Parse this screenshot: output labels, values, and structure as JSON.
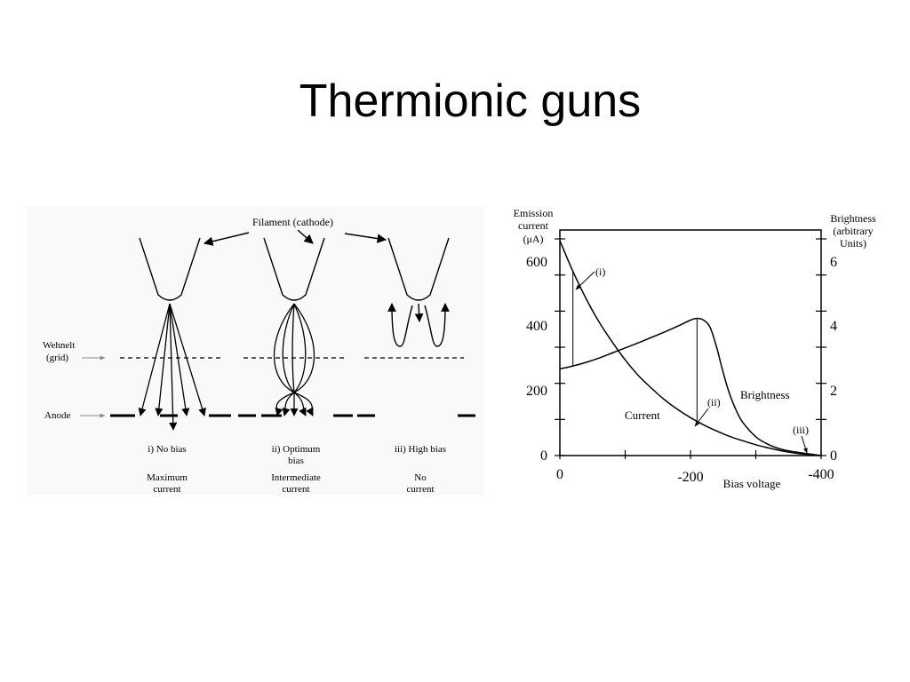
{
  "slide": {
    "title": "Thermionic guns"
  },
  "gun_diagram": {
    "filament_label": "Filament (cathode)",
    "wehnelt_label": [
      "Wehnelt",
      "(grid)"
    ],
    "anode_label": "Anode",
    "cases": [
      {
        "caption": [
          "i) No bias"
        ],
        "result": [
          "Maximum",
          "current"
        ]
      },
      {
        "caption": [
          "ii) Optimum",
          "bias"
        ],
        "result": [
          "Intermediate",
          "current"
        ]
      },
      {
        "caption": [
          "iii) High bias"
        ],
        "result": [
          "No",
          "current"
        ]
      }
    ]
  },
  "bias_plot": {
    "left_axis_title": [
      "Emission",
      "current",
      "(μA)"
    ],
    "right_axis_title": [
      "Brightness",
      "(arbitrary",
      "Units)"
    ],
    "left_ticks": [
      "600",
      "400",
      "200",
      "0"
    ],
    "right_ticks": [
      "6",
      "4",
      "2",
      "0"
    ],
    "x_ticks": [
      "0",
      "-200",
      "-400"
    ],
    "x_label": "Bias voltage",
    "annotations": {
      "i": "(i)",
      "ii": "(ii)",
      "iii": "(iii)"
    },
    "curve_labels": {
      "current": "Current",
      "brightness": "Brightness"
    }
  },
  "chart_data": {
    "type": "line",
    "xlabel": "Bias voltage",
    "ylabel": "Emission current (μA)",
    "y2label": "Brightness (arbitrary Units)",
    "xlim": [
      0,
      -400
    ],
    "ylim": [
      0,
      600
    ],
    "y2lim": [
      0,
      6
    ],
    "grid": false,
    "series": [
      {
        "name": "Current",
        "axis": "left",
        "x": [
          0,
          -20,
          -40,
          -60,
          -80,
          -100,
          -120,
          -140,
          -160,
          -180,
          -200,
          -220,
          -240,
          -260,
          -280,
          -300,
          -320,
          -340,
          -360,
          -380,
          -400
        ],
        "values": [
          595,
          510,
          435,
          370,
          315,
          265,
          222,
          187,
          155,
          128,
          105,
          85,
          68,
          53,
          41,
          30,
          21,
          13,
          7,
          3,
          0
        ]
      },
      {
        "name": "Brightness",
        "axis": "right",
        "x": [
          0,
          -20,
          -40,
          -60,
          -80,
          -100,
          -120,
          -140,
          -160,
          -180,
          -200,
          -210,
          -220,
          -230,
          -240,
          -250,
          -260,
          -270,
          -280,
          -300,
          -320,
          -340,
          -360,
          -380,
          -400
        ],
        "values": [
          2.4,
          2.48,
          2.58,
          2.7,
          2.84,
          2.98,
          3.12,
          3.27,
          3.42,
          3.58,
          3.75,
          3.8,
          3.75,
          3.55,
          3.0,
          2.3,
          1.7,
          1.25,
          0.92,
          0.52,
          0.3,
          0.17,
          0.1,
          0.05,
          0.0
        ]
      }
    ],
    "markers": [
      {
        "label": "(i)",
        "x": -20
      },
      {
        "label": "(ii)",
        "x": -210
      },
      {
        "label": "(iii)",
        "x": -390
      }
    ]
  }
}
